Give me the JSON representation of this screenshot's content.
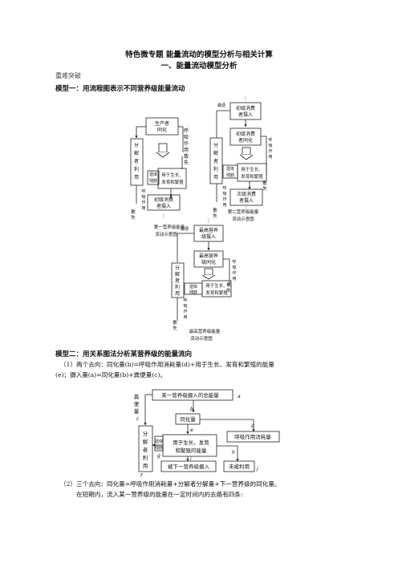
{
  "doc": {
    "title1": "特色微专题 能量流动的模型分析与相关计算",
    "title2": "一、能量流动模型分析",
    "breakthrough": "重难突破",
    "model1_heading": "模型一：用流程图表示不同营养级能量流动",
    "model2_heading": "模型二：用关系图法分析某营养级的能量流向",
    "para1_line1": "（1）两个去向：同化量(b)=呼吸作用消耗量(d)+用于生长、发育和繁殖的能量",
    "para1_line2": "(e)；摄入量(a)=同化量(b)+粪便量(c)。",
    "para2_line1": "（2）三个去向：同化量=呼吸作用消耗量+分解者分解量+下一营养级的同化量。",
    "para2_line2": "在短期内，流入某一营养级的能量在一定时间内的去路有四条:"
  },
  "diagram1": {
    "producer_line1": "生产者",
    "producer_line2": "同化",
    "resp_chars": [
      "呼",
      "吸",
      "作",
      "用"
    ],
    "sanshi": "散",
    "shi2": "失",
    "decomp_chars": [
      "分",
      "解",
      "者",
      "利",
      "用"
    ],
    "yiti": "遗体",
    "canhai": "残骸",
    "growth_line1": "用于生长、",
    "growth_line2": "发育和繁殖",
    "next_line1": "初级消费",
    "next_line2": "者摄入",
    "dots": "⋮",
    "caption_line1": "第一营养级能量",
    "caption_line2": "流动示意图"
  },
  "diagram2": {
    "feces": "粪便",
    "top_line1": "初级消费",
    "top_line2": "者摄入",
    "mid_line1": "初级消费",
    "mid_line2": "者同化",
    "next_line1": "次级消费",
    "next_line2": "者摄入",
    "caption_line1": "第二营养级能量",
    "caption_line2": "流动示意图"
  },
  "diagram3": {
    "top_line1": "最高营养",
    "top_line2": "级摄入",
    "mid_line1": "最高营养",
    "mid_line2": "级同化",
    "caption_line1": "最高营养级能量",
    "caption_line2": "流动示意图"
  },
  "diagram4": {
    "total": "某一营养级摄入的总能量",
    "assim": "同化量",
    "resp": "呼吸作用消耗量",
    "growth_line1": "用于生长，发育",
    "growth_line2": "和繁殖的能量",
    "next": "被下一营养级摄入",
    "unused": "未被利用",
    "feces_chars": [
      "粪",
      "便",
      "量"
    ],
    "decomp_chars": [
      "分",
      "解",
      "者",
      "利",
      "用"
    ],
    "yiti": "遗体",
    "canhai": "残骸",
    "letters": {
      "a": "a",
      "b": "b",
      "c": "c",
      "d": "d",
      "e": "e",
      "f": "f",
      "g": "g",
      "h": "h",
      "i": "i",
      "j": "j"
    }
  }
}
